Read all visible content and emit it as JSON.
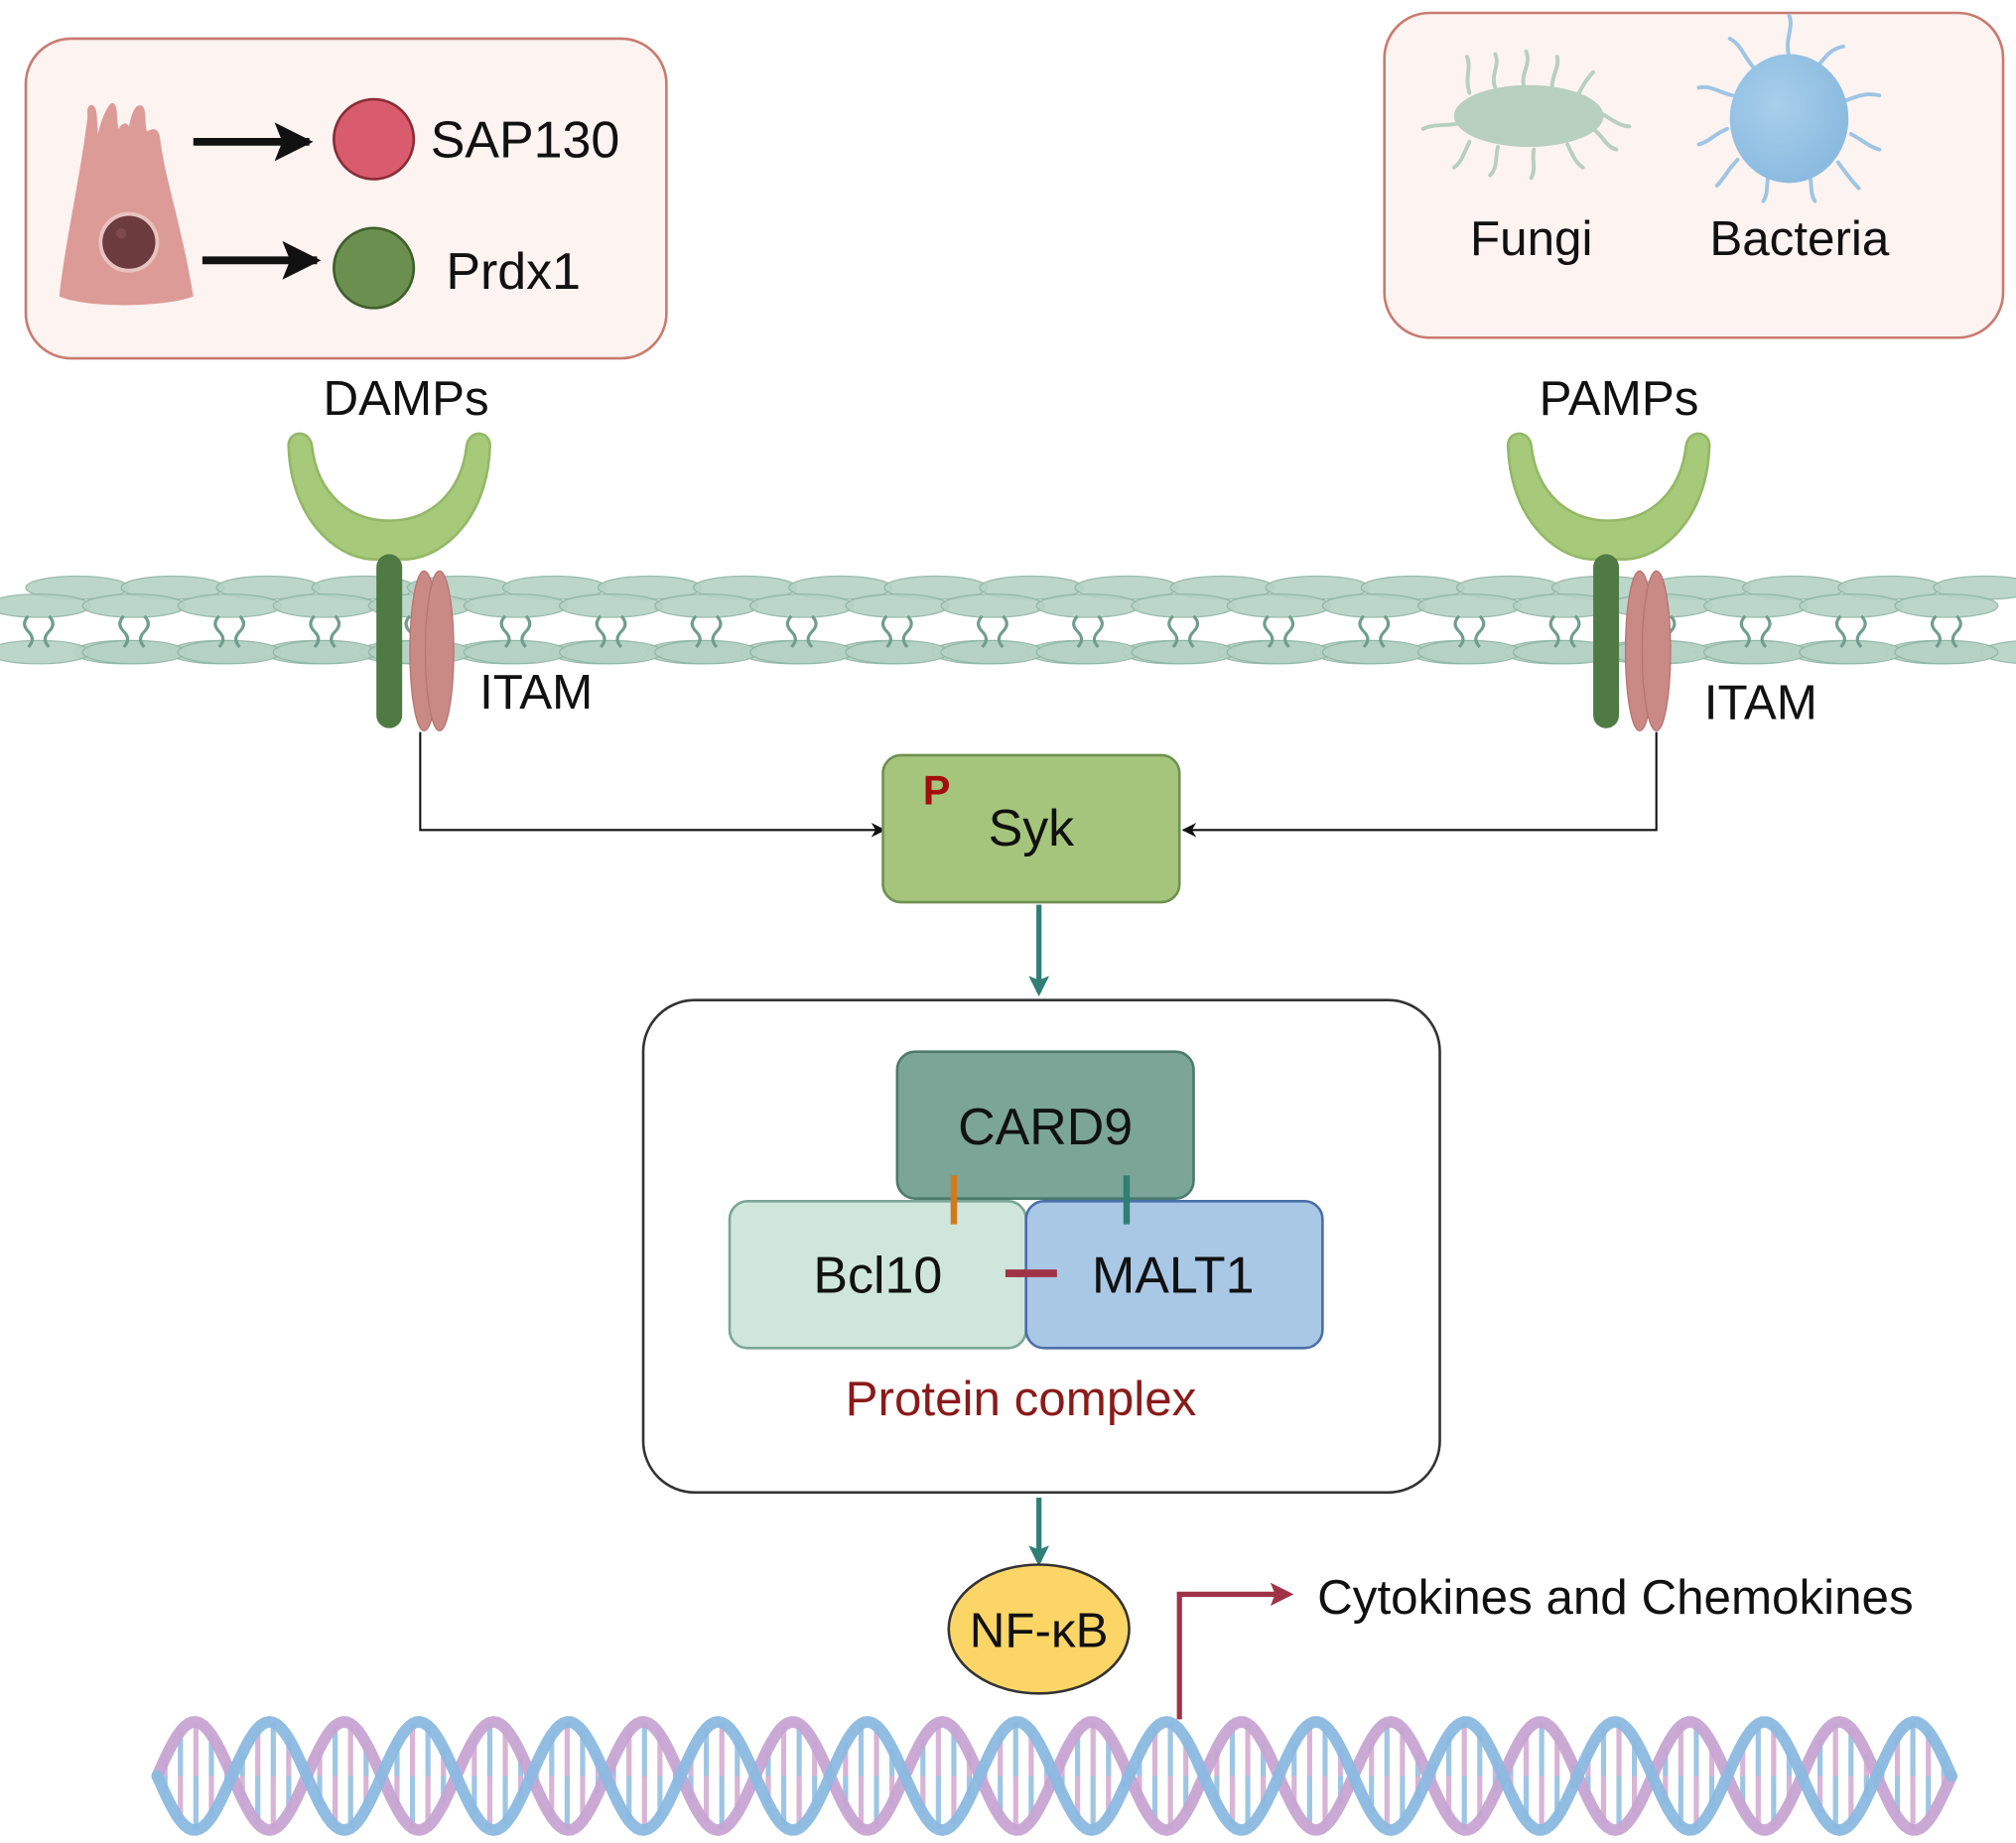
{
  "damps_panel": {
    "items": [
      {
        "label": "SAP130",
        "color": "#d95b6e"
      },
      {
        "label": "Prdx1",
        "color": "#6a8f4e"
      }
    ],
    "group_label": "DAMPs"
  },
  "pamps_panel": {
    "items": [
      {
        "label": "Fungi",
        "color": "#b7d0bf"
      },
      {
        "label": "Bacteria",
        "color": "#9ec5e4"
      }
    ],
    "group_label": "PAMPs"
  },
  "receptors": {
    "left_itam_label": "ITAM",
    "right_itam_label": "ITAM"
  },
  "syk": {
    "phospho_label": "P",
    "label": "Syk",
    "color": "#a6c57c"
  },
  "complex": {
    "card9_label": "CARD9",
    "bcl10_label": "Bcl10",
    "malt1_label": "MALT1",
    "caption": "Protein complex",
    "card9_color": "#7aa597",
    "bcl10_color": "#cfe6dc",
    "malt1_color": "#a9c8e6"
  },
  "nfkb": {
    "label": "NF-κB",
    "color": "#fbd666"
  },
  "output": {
    "label": "Cytokines and Chemokines",
    "arrow_color": "#a03247"
  },
  "colors": {
    "teal_arrow": "#2f7f75",
    "panel_fill": "#fdf3f1",
    "panel_border": "#c97a6f",
    "caption_color": "#8b1a1a"
  }
}
